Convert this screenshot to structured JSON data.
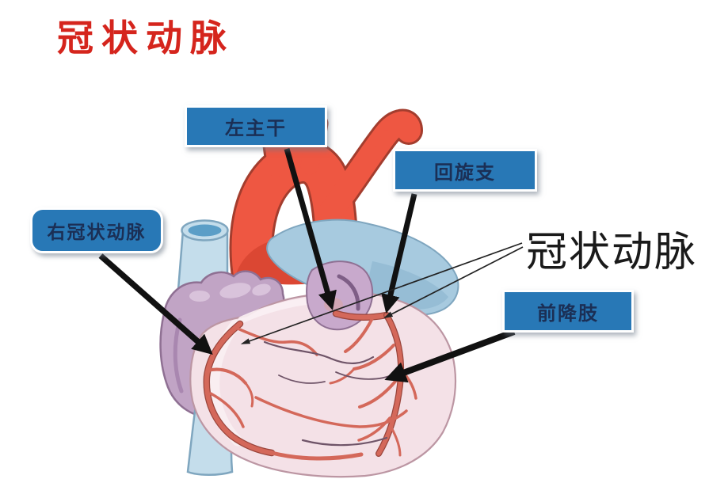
{
  "title": {
    "text": "冠状动脉"
  },
  "labels": {
    "left_main": "左主干",
    "circumflex": "回旋支",
    "right_coronary": "右冠状动脉",
    "anterior_descending": "前降肢"
  },
  "annotation": {
    "coronary_artery": "冠状动脉"
  },
  "colors": {
    "title_red": "#d5251d",
    "label_box_blue": "#2878b6",
    "label_text_navy": "#1b2f55",
    "aorta_red": "#ee5742",
    "vessel_blue": "#a7cadf",
    "vein_tube_blue": "#c4ddeb",
    "atrium_purple": "#c1a4c5",
    "heart_pink": "#f4e1e7",
    "artery_red": "#d4685a",
    "arrow_black": "#111111",
    "annotation_black": "#1a1a1a"
  }
}
